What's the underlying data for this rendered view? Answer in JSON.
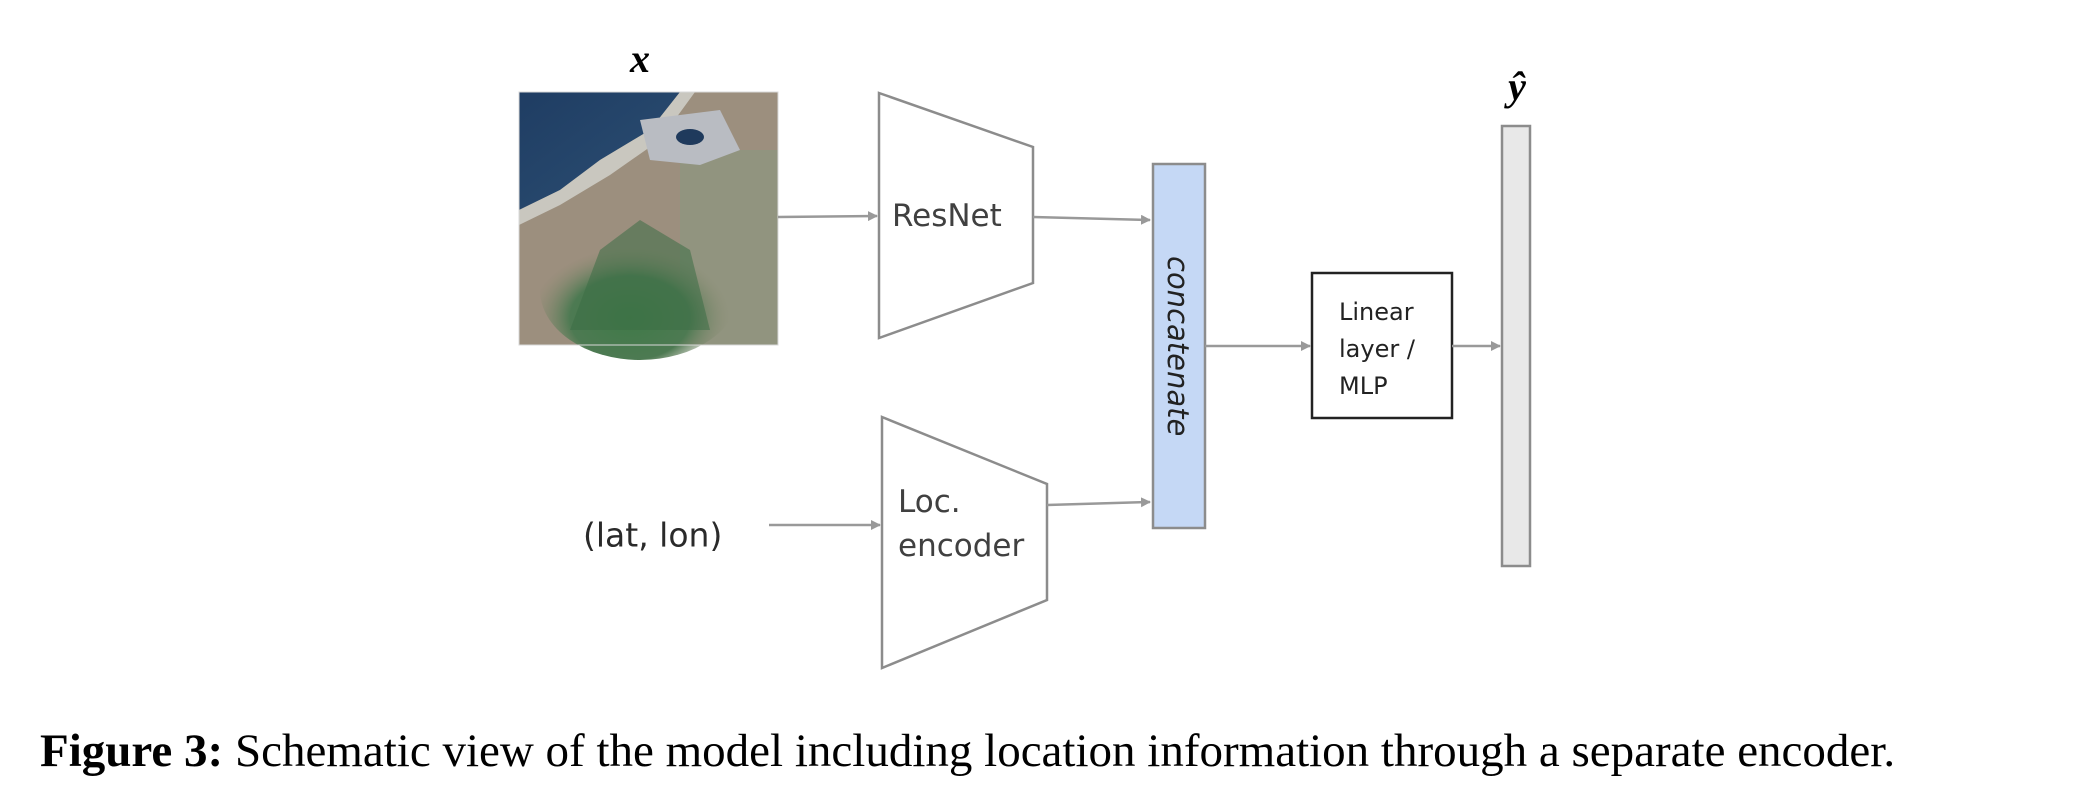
{
  "diagram": {
    "input_image_label": "x",
    "output_label": "ŷ",
    "location_input_label": "(lat, lon)",
    "resnet_label": "ResNet",
    "loc_encoder_label_line1": "Loc.",
    "loc_encoder_label_line2": "encoder",
    "concat_label": "concatenate",
    "linear_label_line1": "Linear",
    "linear_label_line2": "layer /",
    "linear_label_line3": "MLP",
    "input_image_description": "satellite image of coastline with green mountains",
    "colors": {
      "concat_fill": "#c5d8f5",
      "output_fill": "#e8e8e8",
      "stroke": "#8c8c8c",
      "arrow": "#999999",
      "linear_border": "#222222"
    }
  },
  "caption": {
    "figure_label": "Figure 3:",
    "text": " Schematic view of the model including location information through a separate encoder."
  }
}
